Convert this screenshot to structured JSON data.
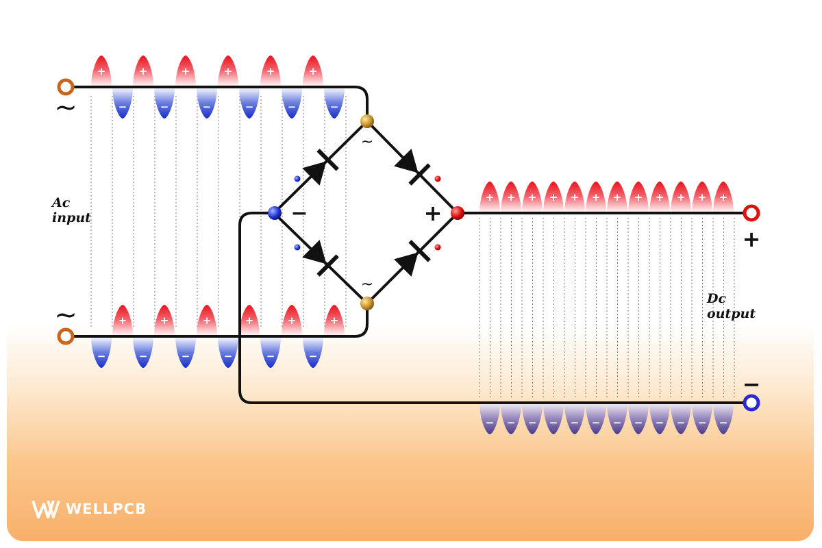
{
  "diagram": {
    "ac_label_line1": "Ac",
    "ac_label_line2": "input",
    "dc_label_line1": "Dc",
    "dc_label_line2": "output",
    "ac_symbol": "~",
    "plus_symbol": "+",
    "minus_symbol": "−",
    "wave_plus_sign": "+",
    "wave_minus_sign": "−"
  },
  "brand": {
    "name": "WELLPCB"
  },
  "colors": {
    "positive": "#e8141c",
    "negative": "#1a2fc4",
    "dc_negative": "#4a3a8a",
    "wire": "#111111",
    "ac_terminal": "#c8651b",
    "junction_ac": "#c8952c",
    "junction_plus": "#e01010",
    "junction_minus": "#2236d8",
    "dc_plus_terminal": "#e01010",
    "dc_minus_terminal": "#2a2ad0"
  },
  "icons": [
    "ac-source-icon",
    "diode-icon",
    "terminal-icon",
    "junction-icon",
    "wellpcb-logo-icon"
  ]
}
